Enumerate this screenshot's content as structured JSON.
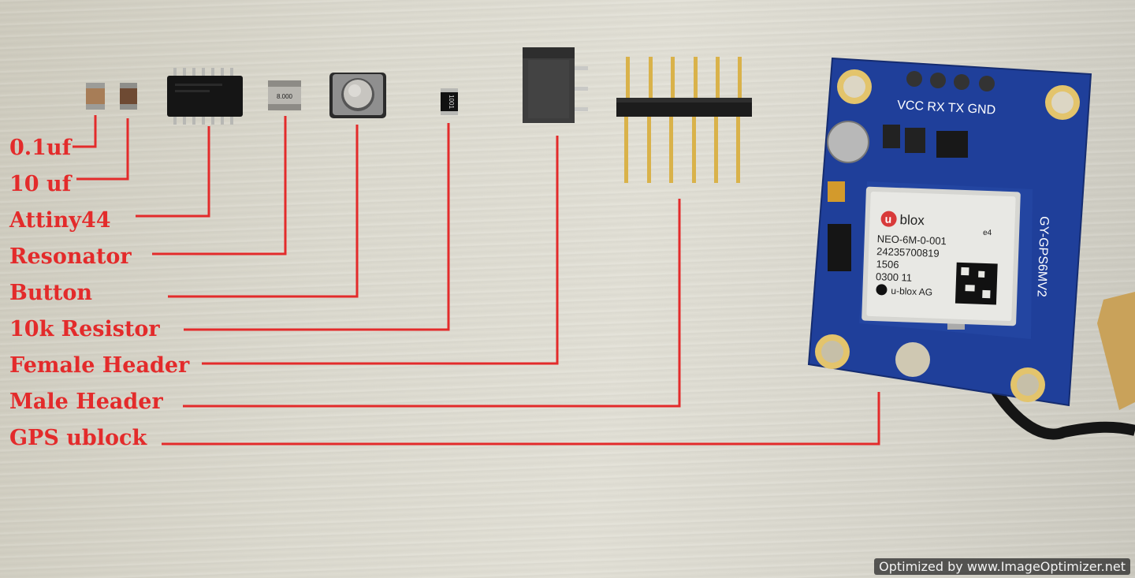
{
  "labels": [
    {
      "id": "cap-01",
      "text": "0.1uf"
    },
    {
      "id": "cap-10",
      "text": "10 uf"
    },
    {
      "id": "attiny",
      "text": "Attiny44"
    },
    {
      "id": "resonator",
      "text": "Resonator"
    },
    {
      "id": "button",
      "text": "Button"
    },
    {
      "id": "resistor",
      "text": "10k Resistor"
    },
    {
      "id": "female",
      "text": "Female Header"
    },
    {
      "id": "male",
      "text": "Male  Header"
    },
    {
      "id": "gps",
      "text": "GPS ublock"
    }
  ],
  "gps_module": {
    "pin_labels": "VCC RX TX GND",
    "board_name": "GY-GPS6MV2",
    "chip_brand": "blox",
    "chip_brand_prefix": "u",
    "chip_model": "NEO-6M-0-001",
    "chip_serial": "24235700819",
    "chip_line3": "1506",
    "chip_line4": "0300  11",
    "chip_maker": "u-blox AG",
    "chip_mark": "e4"
  },
  "resistor_marking": "1001",
  "resonator_marking": "8.000",
  "watermark": "Optimized by www.ImageOptimizer.net",
  "colors": {
    "label_red": "#e32b2b",
    "board_blue": "#1f3f9a",
    "background": "#dcdacf"
  }
}
